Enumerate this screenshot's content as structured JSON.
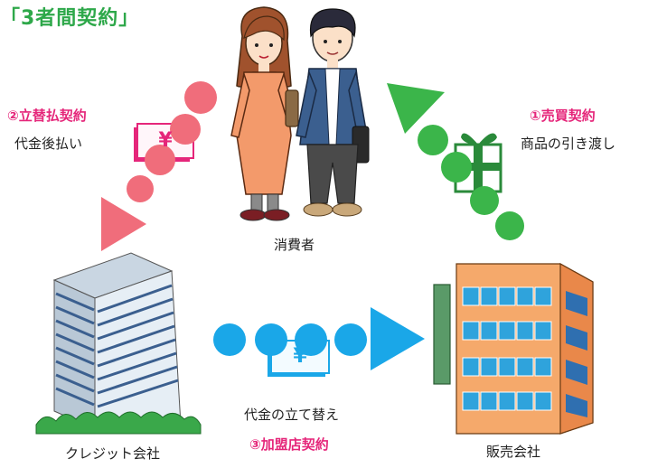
{
  "title": "「3者間契約」",
  "consumer_label": "消費者",
  "credit_label": "クレジット会社",
  "store_label": "販売会社",
  "contract1": {
    "title": "①売買契約",
    "desc": "商品の引き渡し"
  },
  "contract2": {
    "title": "②立替払契約",
    "desc": "代金後払い"
  },
  "contract3": {
    "title": "③加盟店契約",
    "desc": "代金の立て替え"
  },
  "yen_symbol": "¥",
  "colors": {
    "title_green": "#2ea84a",
    "pink_label": "#e5267a",
    "red_flow": "#f06d7b",
    "green_flow": "#3bb54a",
    "blue_flow": "#1aa7e8"
  }
}
